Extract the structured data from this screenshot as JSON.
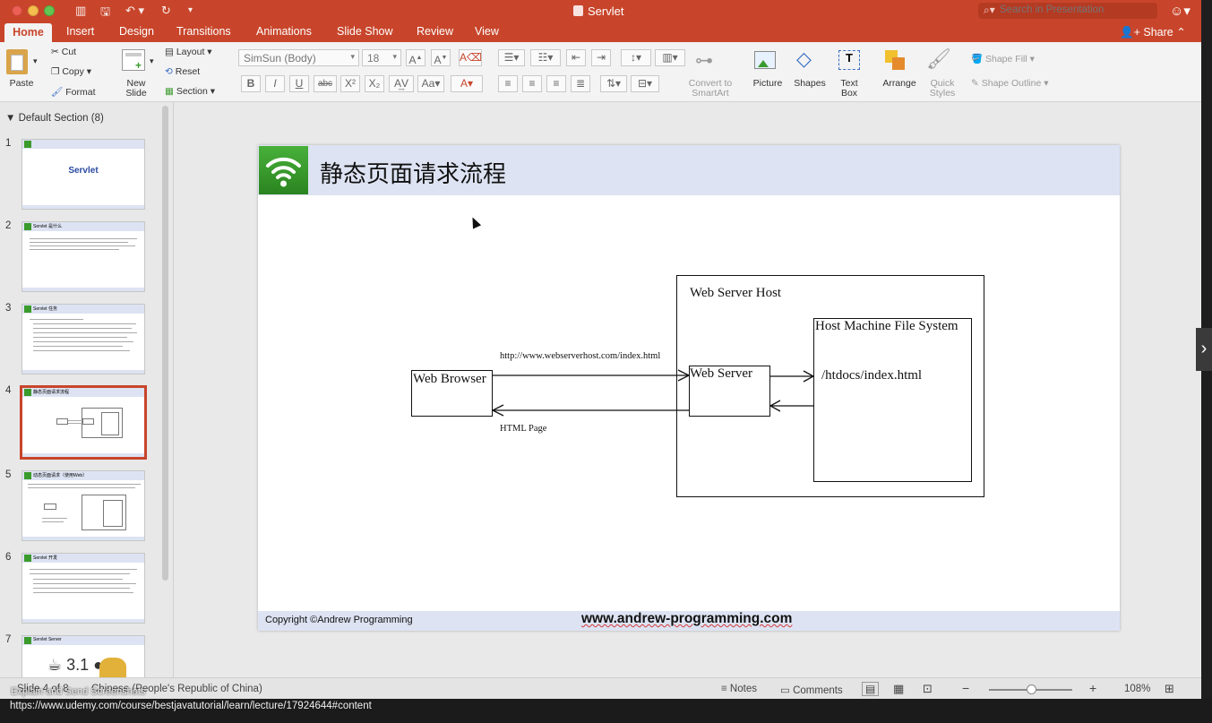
{
  "window": {
    "title": "Servlet",
    "search_placeholder": "Search in Presentation"
  },
  "tabs": [
    "Home",
    "Insert",
    "Design",
    "Transitions",
    "Animations",
    "Slide Show",
    "Review",
    "View"
  ],
  "share_label": "Share",
  "ribbon": {
    "paste": "Paste",
    "cut": "Cut",
    "copy": "Copy",
    "format": "Format",
    "new_slide": "New Slide",
    "layout": "Layout",
    "reset": "Reset",
    "section": "Section",
    "font_name": "SimSun (Body)",
    "font_size": "18",
    "convert_smartart": "Convert to SmartArt",
    "picture": "Picture",
    "shapes": "Shapes",
    "text_box": "Text Box",
    "arrange": "Arrange",
    "quick_styles": "Quick Styles",
    "shape_fill": "Shape Fill",
    "shape_outline": "Shape Outline"
  },
  "thumbnails": {
    "section_label": "Default Section (8)",
    "slides": [
      {
        "num": "1",
        "title": "Servlet"
      },
      {
        "num": "2",
        "title": "Servlet 是什么"
      },
      {
        "num": "3",
        "title": "Servlet 任务"
      },
      {
        "num": "4",
        "title": "静态页面请求流程"
      },
      {
        "num": "5",
        "title": "动态页面请求（使用Web）"
      },
      {
        "num": "6",
        "title": "Servlet 开发"
      },
      {
        "num": "7",
        "title": "Servlet Server"
      }
    ]
  },
  "slide": {
    "title": "静态页面请求流程",
    "web_server_host": "Web Server Host",
    "host_fs": "Host Machine File System",
    "web_browser": "Web Browser",
    "web_server": "Web Server",
    "request_url": "http://www.webserverhost.com/index.html",
    "response": "HTML Page",
    "file_path": "/htdocs/index.html",
    "copyright": "Copyright ©Andrew Programming",
    "website": "www.andrew-programming.com"
  },
  "status": {
    "slide_info": "Slide 4 of 8",
    "language": "Chinese (People's Republic of China)",
    "notes": "Notes",
    "comments": "Comments",
    "zoom": "108%",
    "overlay_caption": "Explain and Send Screenshots"
  },
  "url": "https://www.udemy.com/course/bestjavatutorial/learn/lecture/17924644#content",
  "colors": {
    "accent": "#c8452b",
    "slide_band": "#dde3f2",
    "logo_green": "#3a9b2c"
  }
}
